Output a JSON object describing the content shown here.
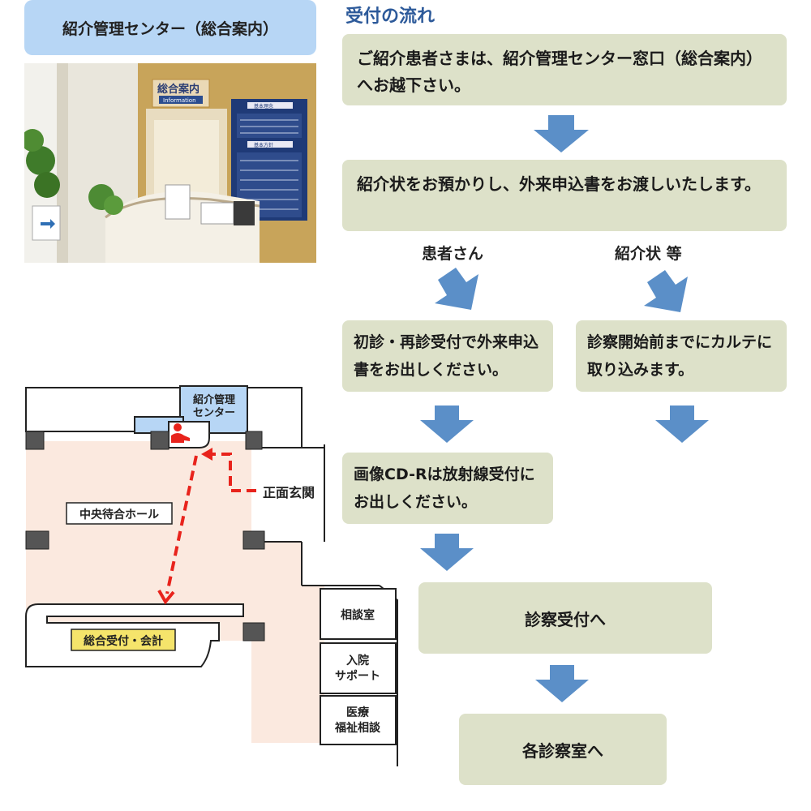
{
  "header": {
    "center_label": "紹介管理センター（総合案内）"
  },
  "photo": {
    "sign_title": "総合案内",
    "sign_subtitle": "Information",
    "panel_title_1": "基本理念",
    "panel_title_2": "基本方針"
  },
  "flow": {
    "title": "受付の流れ",
    "step1": "ご紹介患者さまは、紹介管理センター窓口（総合案内）へお越下さい。",
    "step2": "紹介状をお預かりし、外来申込書をお渡しいたします。",
    "branch_left_label": "患者さん",
    "branch_right_label": "紹介状 等",
    "left_step": "初診・再診受付で外来申込書をお出しください。",
    "right_step": "診察開始前までにカルテに取り込みます。",
    "cdr_step": "画像CD-Rは放射線受付にお出しください。",
    "exam_reception": "診察受付へ",
    "exam_rooms": "各診察室へ"
  },
  "floor_map": {
    "center_line1": "紹介管理",
    "center_line2": "センター",
    "front_entrance": "正面玄関",
    "waiting_hall": "中央待合ホール",
    "reception_counter": "総合受付・会計",
    "consult_room": "相談室",
    "admission_line1": "入院",
    "admission_line2": "サポート",
    "welfare_line1": "医療",
    "welfare_line2": "福祉相談"
  },
  "colors": {
    "arrow_blue": "#5b8fc8",
    "box_fill": "#dde1c9",
    "header_fill": "#b7d6f5",
    "title_blue": "#2d5a9a",
    "hall_fill": "#fbe9df",
    "route_red": "#e8231c",
    "counter_yellow": "#f5e46b"
  }
}
